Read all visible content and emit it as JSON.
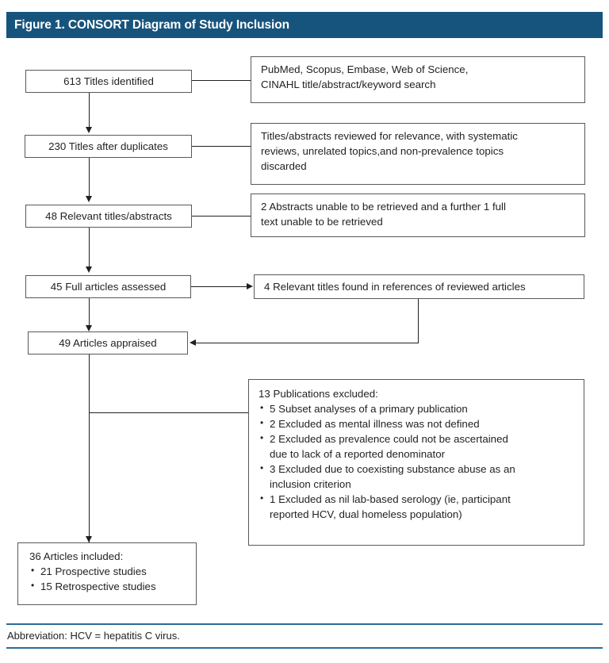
{
  "figure": {
    "title": "Figure 1. CONSORT Diagram of Study Inclusion",
    "banner_color": "#17547d",
    "rule_color": "#2b6d96",
    "box_border_color": "#58595b",
    "text_color": "#231f20"
  },
  "flow": {
    "box1": {
      "text": "613 Titles identified"
    },
    "box1_note": {
      "text": "PubMed, Scopus, Embase, Web of Science,\nCINAHL title/abstract/keyword search"
    },
    "box2": {
      "text": "230 Titles after duplicates"
    },
    "box2_note": {
      "text": "Titles/abstracts reviewed for relevance, with systematic\nreviews, unrelated topics,and non-prevalence topics\ndiscarded"
    },
    "box3": {
      "text": "48 Relevant titles/abstracts"
    },
    "box3_note": {
      "text": "2 Abstracts unable to be retrieved and a further 1 full\ntext unable to be retrieved"
    },
    "box4": {
      "text": "45 Full articles assessed"
    },
    "box4_note": {
      "text": "4 Relevant titles found in references of reviewed articles"
    },
    "box5": {
      "text": "49 Articles appraised"
    },
    "excluded": {
      "lead": "13 Publications excluded:",
      "items": [
        "5 Subset analyses of a primary publication",
        "2 Excluded as mental illness was not defined",
        "2 Excluded as prevalence could not be ascertained\ndue to lack of a reported denominator",
        "3 Excluded due to coexisting substance abuse as an\ninclusion criterion",
        "1 Excluded as nil lab-based serology (ie, participant\nreported HCV, dual homeless population)"
      ]
    },
    "included": {
      "lead": "36 Articles included:",
      "items": [
        "21 Prospective studies",
        "15 Retrospective studies"
      ]
    }
  },
  "footnote": {
    "text": "Abbreviation: HCV = hepatitis C virus."
  }
}
